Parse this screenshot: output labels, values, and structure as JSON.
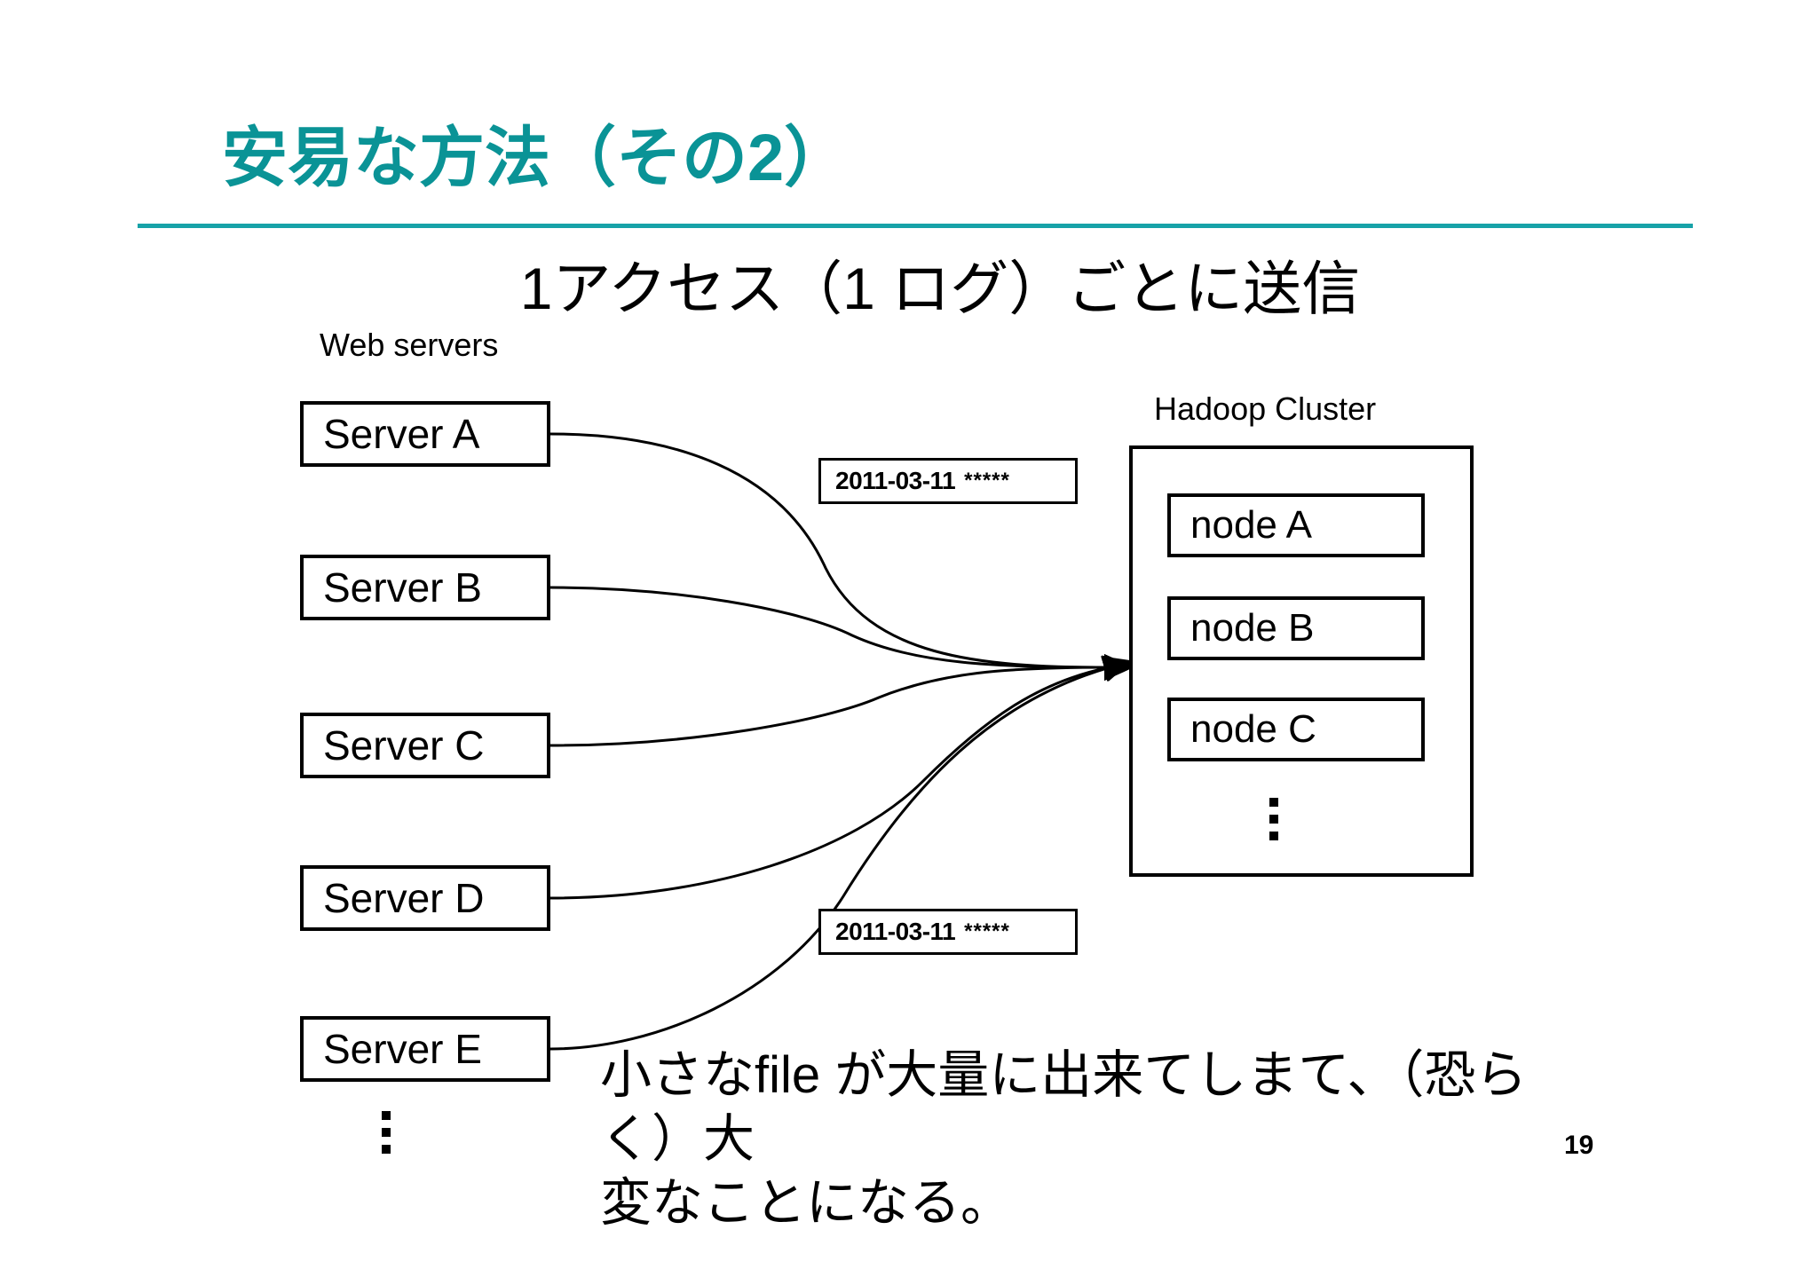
{
  "slide": {
    "title": "安易な方法（その2）",
    "subtitle": "1アクセス（1 ログ）ごとに送信",
    "page_number": "19",
    "accent_color": "#0a9396",
    "rule_color": "#17a2a8"
  },
  "web_servers": {
    "caption": "Web servers",
    "items": [
      {
        "label": "Server A"
      },
      {
        "label": "Server B"
      },
      {
        "label": "Server C"
      },
      {
        "label": "Server D"
      },
      {
        "label": "Server E"
      }
    ],
    "ellipsis": "⋮"
  },
  "hadoop_cluster": {
    "caption": "Hadoop Cluster",
    "nodes": [
      {
        "label": "node A"
      },
      {
        "label": "node B"
      },
      {
        "label": "node C"
      }
    ],
    "ellipsis": "⋮"
  },
  "log_records": [
    {
      "date": "2011-03-11",
      "masked": "*****"
    },
    {
      "date": "2011-03-11",
      "masked": "*****"
    }
  ],
  "bottom_note": {
    "line1": "小さなfile が大量に出来てしまて、（恐らく）大",
    "line2": "変なことになる。"
  }
}
